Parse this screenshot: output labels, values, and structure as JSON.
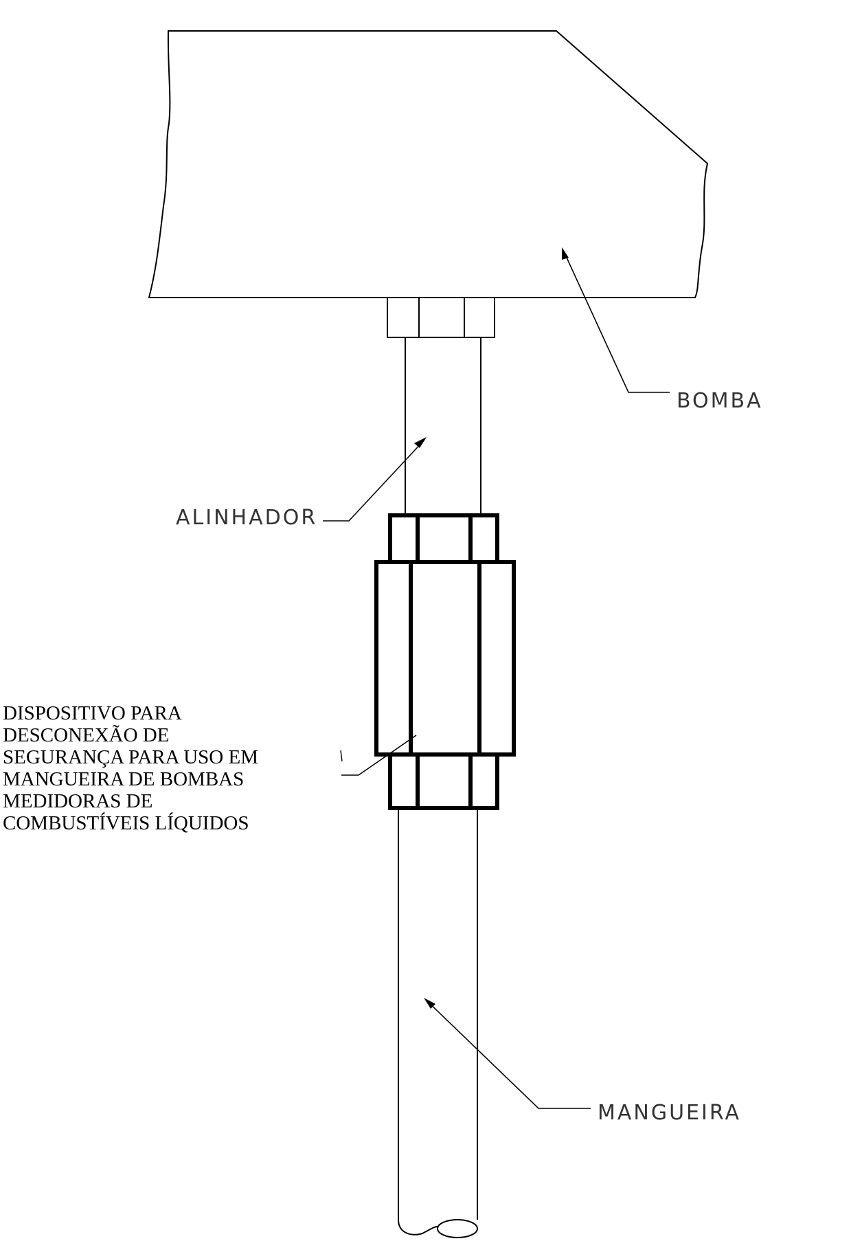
{
  "labels": {
    "pump": "BOMBA",
    "aligner": "ALINHADOR",
    "hose": "MANGUEIRA",
    "device_lines": [
      "DISPOSITIVO PARA",
      "DESCONEXÃO DE",
      "SEGURANÇA PARA USO EM",
      "MANGUEIRA DE BOMBAS",
      "MEDIDORAS DE",
      "COMBUSTÍVEIS LÍQUIDOS"
    ]
  },
  "colors": {
    "line": "#000000",
    "label_text": "#333333",
    "background": "#ffffff"
  }
}
